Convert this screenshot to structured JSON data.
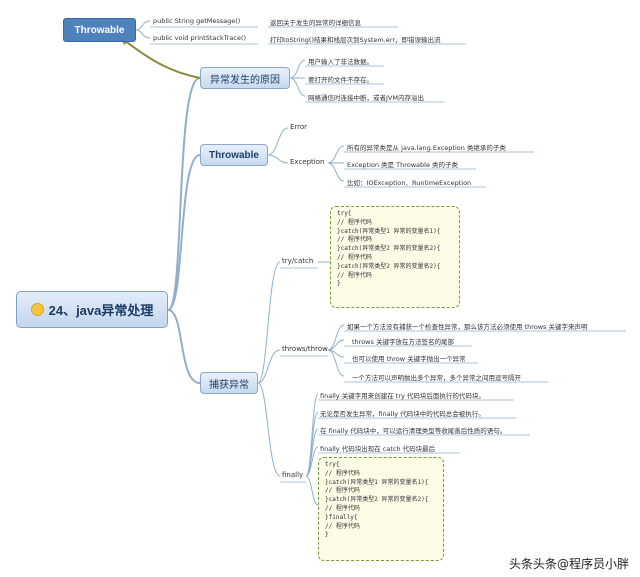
{
  "root": {
    "label": "24、java异常处理"
  },
  "throwable_top": {
    "label": "Throwable",
    "methods": [
      {
        "name": "public String getMessage()",
        "desc": "返回关于发生的异常的详细信息"
      },
      {
        "name": "public void printStackTrace()",
        "desc": "打印toString()结果和栈层次到System.err，即错误输出流"
      }
    ]
  },
  "causes": {
    "label": "异常发生的原因",
    "items": [
      "用户输入了非法数据。",
      "要打开的文件不存在。",
      "网络通信时连接中断，或者JVM内存溢出"
    ]
  },
  "throwable_mid": {
    "label": "Throwable",
    "error_label": "Error",
    "exception_label": "Exception",
    "exception_items": [
      "所有的异常类是从 java.lang.Exception 类继承的子类",
      "Exception 类是 Throwable 类的子类",
      "比如：IOException、RuntimeException"
    ]
  },
  "catching": {
    "label": "捕获异常",
    "trycatch": {
      "label": "try/catch",
      "code": [
        "try{",
        "   // 程序代码",
        "}catch(异常类型1 异常的变量名1){",
        "  // 程序代码",
        "}catch(异常类型2 异常的变量名2){",
        "  // 程序代码",
        "}catch(异常类型2 异常的变量名2){",
        "  // 程序代码",
        "}"
      ]
    },
    "throws": {
      "label": "throws/throw",
      "items": [
        "如果一个方法没有捕获一个检查性异常，那么该方法必须使用 throws 关键字来声明",
        "throws 关键字放在方法签名的尾部",
        "也可以使用 throw 关键字抛出一个异常",
        "一个方法可以声明抛出多个异常，多个异常之间用逗号隔开"
      ]
    },
    "finally": {
      "label": "finally",
      "items": [
        "finally 关键字用来创建在 try 代码块后面执行的代码块。",
        "无论是否发生异常，finally 代码块中的代码总会被执行。",
        "在 finally 代码块中，可以运行清理类型等收尾善后性质的语句。",
        "finally 代码块出现在 catch 代码块最后"
      ],
      "code": [
        "try{",
        "  // 程序代码",
        "}catch(异常类型1 异常的变量名1){",
        "  // 程序代码",
        "}catch(异常类型2 异常的变量名2){",
        "  // 程序代码",
        "}finally{",
        "  // 程序代码",
        "}"
      ]
    }
  },
  "watermark": "头条头条@程序员小胖",
  "colors": {
    "branch": "#8fb0c8",
    "topic_blue": "#4f81bd",
    "arrow": "#8a8a3a",
    "code_border": "#7a9a3a"
  }
}
